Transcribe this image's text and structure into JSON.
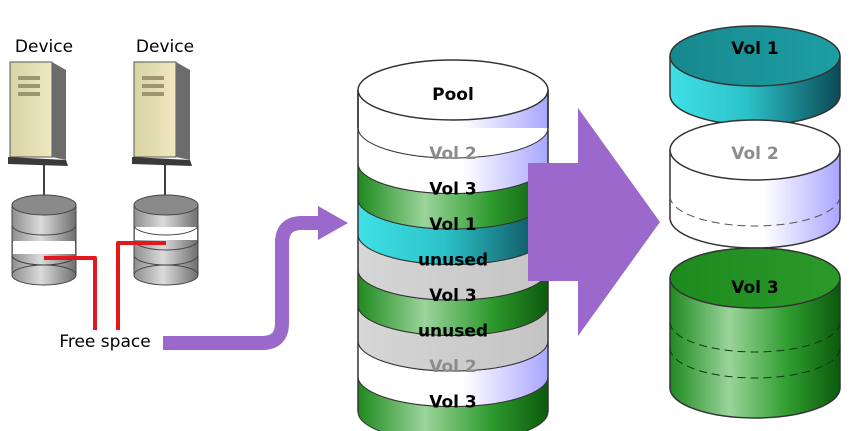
{
  "devices": [
    {
      "label": "Device"
    },
    {
      "label": "Device"
    }
  ],
  "free_space_label": "Free space",
  "pool": {
    "title": "Pool",
    "segments": [
      {
        "label": "Vol 2",
        "kind": "vol2"
      },
      {
        "label": "Vol 3",
        "kind": "vol3"
      },
      {
        "label": "Vol 1",
        "kind": "vol1"
      },
      {
        "label": "unused",
        "kind": "unused"
      },
      {
        "label": "Vol 3",
        "kind": "vol3"
      },
      {
        "label": "unused",
        "kind": "unused"
      },
      {
        "label": "Vol 2",
        "kind": "vol2"
      },
      {
        "label": "Vol 3",
        "kind": "vol3"
      }
    ]
  },
  "volumes": [
    {
      "label": "Vol 1",
      "kind": "vol1"
    },
    {
      "label": "Vol 2",
      "kind": "vol2"
    },
    {
      "label": "Vol 3",
      "kind": "vol3"
    }
  ],
  "colors": {
    "arrow": "#9b68cc",
    "free_space_line": "#e3181f",
    "vol1": "#1fa3a8",
    "vol2": "#c9c8ff",
    "vol3": "#1f8f1f",
    "unused": "#cfcfcf"
  }
}
